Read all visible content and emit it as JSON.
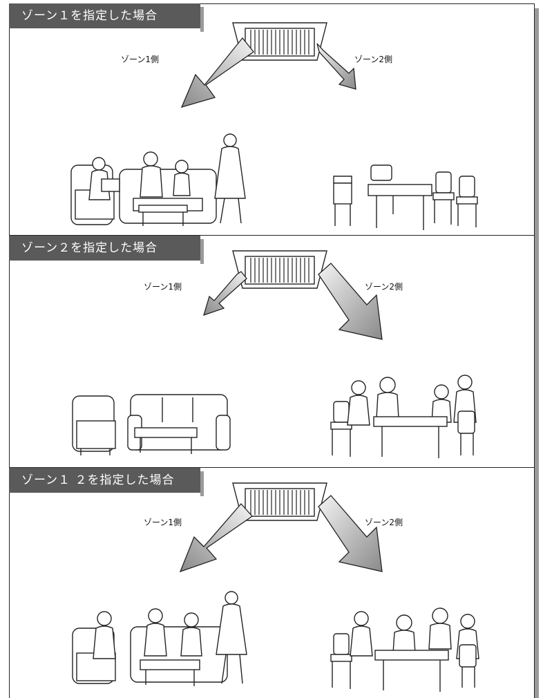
{
  "panels": [
    {
      "title": "ゾーン１を指定した場合",
      "zone1_label": "ゾーン1側",
      "zone2_label": "ゾーン2側",
      "emphasis": "zone1"
    },
    {
      "title": "ゾーン２を指定した場合",
      "zone1_label": "ゾーン1側",
      "zone2_label": "ゾーン2側",
      "emphasis": "zone2"
    },
    {
      "title": "ゾーン１ ２を指定した場合",
      "zone1_label": "ゾーン1側",
      "zone2_label": "ゾーン2側",
      "emphasis": "both"
    }
  ],
  "colors": {
    "title_bg": "#5a5a5a",
    "title_text": "#ffffff",
    "arrow_light": "#f2f2f2",
    "arrow_dark": "#8a8a8a",
    "line": "#222222"
  }
}
